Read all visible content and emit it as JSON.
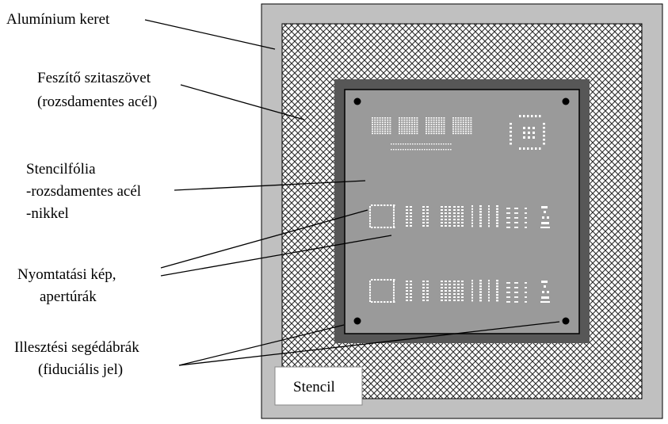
{
  "labels": {
    "frame": "Alumínium keret",
    "mesh_line1": "Feszítő szitaszövet",
    "mesh_line2": "(rozsdamentes acél)",
    "foil_line1": "Stencilfólia",
    "foil_line2": "-rozsdamentes acél",
    "foil_line3": "-nikkel",
    "print_line1": "Nyomtatási kép,",
    "print_line2": "apertúrák",
    "fiducial_line1": "Illesztési segédábrák",
    "fiducial_line2": "(fiduciális jel)",
    "stencil_box": "Stencil"
  },
  "colors": {
    "frame_fill": "#c0c0c0",
    "mesh_line": "#2a2a2a",
    "border_dark": "#575757",
    "foil_fill": "#9a9a9a",
    "aperture": "#ffffff",
    "fiducial": "#000000"
  }
}
